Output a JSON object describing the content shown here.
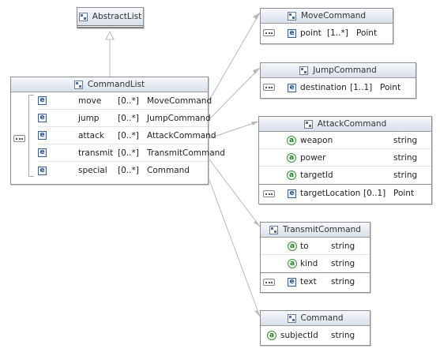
{
  "colors": {
    "line": "#b9b9b9",
    "element_icon": "#3f5e95",
    "attribute_icon": "#3c8f3c",
    "header_bg": "#dfe5ee"
  },
  "icons": {
    "class": "complex-type-icon",
    "element": "element-e-icon",
    "attribute": "attribute-a-icon",
    "sequence": "sequence-compositor-icon"
  },
  "element_glyph": "e",
  "attribute_glyph": "a",
  "abstract_list": {
    "title": "AbstractList"
  },
  "command_list": {
    "title": "CommandList",
    "rows": [
      {
        "name": "move",
        "mult": "[0..*]",
        "type": "MoveCommand"
      },
      {
        "name": "jump",
        "mult": "[0..*]",
        "type": "JumpCommand"
      },
      {
        "name": "attack",
        "mult": "[0..*]",
        "type": "AttackCommand"
      },
      {
        "name": "transmit",
        "mult": "[0..*]",
        "type": "TransmitCommand"
      },
      {
        "name": "special",
        "mult": "[0..*]",
        "type": "Command"
      }
    ]
  },
  "move_command": {
    "title": "MoveCommand",
    "element": {
      "name": "point",
      "mult": "[1..*]",
      "type": "Point"
    }
  },
  "jump_command": {
    "title": "JumpCommand",
    "element": {
      "name": "destination",
      "mult": "[1..1]",
      "type": "Point"
    }
  },
  "attack_command": {
    "title": "AttackCommand",
    "attributes": [
      {
        "name": "weapon",
        "type": "string"
      },
      {
        "name": "power",
        "type": "string"
      },
      {
        "name": "targetId",
        "type": "string"
      }
    ],
    "element": {
      "name": "targetLocation",
      "mult": "[0..1]",
      "type": "Point"
    }
  },
  "transmit_command": {
    "title": "TransmitCommand",
    "attributes": [
      {
        "name": "to",
        "type": "string"
      },
      {
        "name": "kind",
        "type": "string"
      }
    ],
    "element": {
      "name": "text",
      "type": "string"
    }
  },
  "command": {
    "title": "Command",
    "attributes": [
      {
        "name": "subjectId",
        "type": "string"
      }
    ]
  }
}
